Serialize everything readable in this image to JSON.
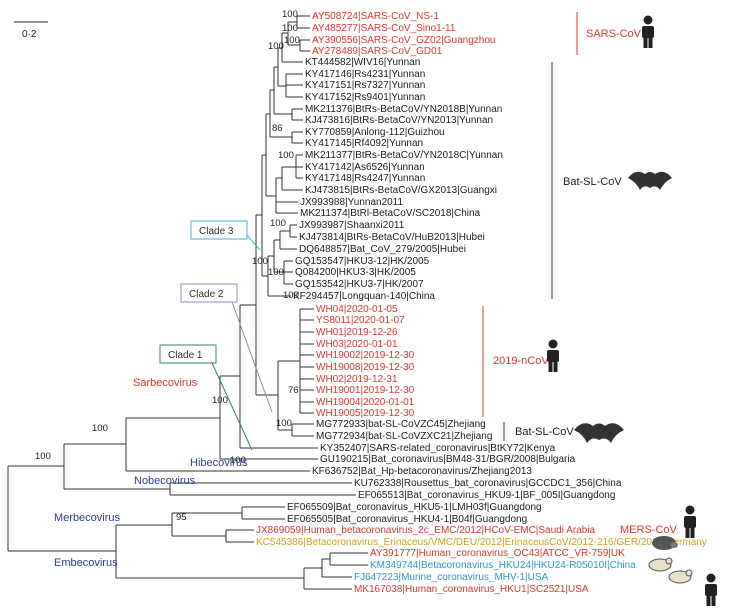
{
  "scale_label": "0·2",
  "colors": {
    "human": "#e8352e",
    "bat": "#333333",
    "genus": "#2a3f9a",
    "subgenus": "#e8352e",
    "hedgehog": "#d1a21b",
    "rodent": "#2b9ad3",
    "clade1": "#2e8b57",
    "clade2": "#9b84c6",
    "clade3": "#3fb7d6"
  },
  "clades": [
    {
      "label": "Clade 3",
      "border_color": "#3fb7d6"
    },
    {
      "label": "Clade 2",
      "border_color": "#9b84c6"
    },
    {
      "label": "Clade 1",
      "border_color": "#2e8b57"
    }
  ],
  "groups": [
    {
      "label": "SARS-CoV",
      "color": "#e8352e",
      "icon": "human-icon"
    },
    {
      "label": "Bat-SL-CoV",
      "color": "#222222",
      "icon": "bat-icon"
    },
    {
      "label": "2019-nCoV",
      "color": "#e8352e",
      "icon": "human-icon"
    },
    {
      "label": "Bat-SL-CoV",
      "color": "#222222",
      "icon": "bat-icon"
    },
    {
      "label": "MERS-CoV",
      "color": "#e8352e",
      "icon": "human-icon"
    }
  ],
  "genera": [
    {
      "label": "Sarbecovirus",
      "color": "#e8352e"
    },
    {
      "label": "Hibecovirus",
      "color": "#2a3f9a"
    },
    {
      "label": "Nobecovirus",
      "color": "#2a3f9a"
    },
    {
      "label": "Merbecovirus",
      "color": "#2a3f9a"
    },
    {
      "label": "Embecovirus",
      "color": "#2a3f9a"
    }
  ],
  "bootstrap": [
    "100",
    "100",
    "100",
    "100",
    "86",
    "100",
    "100",
    "100",
    "100",
    "100",
    "76",
    "100",
    "100",
    "100",
    "100",
    "100",
    "95"
  ],
  "taxa": [
    {
      "label": "AY508724|SARS-CoV_NS-1",
      "color": "#e8352e"
    },
    {
      "label": "AY485277|SARS-CoV_Sino1-11",
      "color": "#e8352e"
    },
    {
      "label": "AY390556|SARS-CoV_GZ02|Guangzhou",
      "color": "#e8352e"
    },
    {
      "label": "AY278489|SARS-CoV_GD01",
      "color": "#e8352e"
    },
    {
      "label": "KT444582|WIV16|Yunnan",
      "color": "#222222"
    },
    {
      "label": "KY417146|Rs4231|Yunnan",
      "color": "#222222"
    },
    {
      "label": "KY417151|Rs7327|Yunnan",
      "color": "#222222"
    },
    {
      "label": "KY417152|Rs9401|Yunnan",
      "color": "#222222"
    },
    {
      "label": "MK211376|BtRs-BetaCoV/YN2018B|Yunnan",
      "color": "#222222"
    },
    {
      "label": "KJ473816|BtRs-BetaCoV/YN2013|Yunnan",
      "color": "#222222"
    },
    {
      "label": "KY770859|Anlong-112|Guizhou",
      "color": "#222222"
    },
    {
      "label": "KY417145|Rf4092|Yunnan",
      "color": "#222222"
    },
    {
      "label": "MK211377|BtRs-BetaCoV/YN2018C|Yunnan",
      "color": "#222222"
    },
    {
      "label": "KY417142|As6526|Yunnan",
      "color": "#222222"
    },
    {
      "label": "KY417148|Rs4247|Yunnan",
      "color": "#222222"
    },
    {
      "label": "KJ473815|BtRs-BetaCoV/GX2013|Guangxi",
      "color": "#222222"
    },
    {
      "label": "JX993988|Yunnan2011",
      "color": "#222222"
    },
    {
      "label": "MK211374|BtRl-BetaCoV/SC2018|China",
      "color": "#222222"
    },
    {
      "label": "JX993987|Shaanxi2011",
      "color": "#222222"
    },
    {
      "label": "KJ473814|BtRs-BetaCoV/HuB2013|Hubei",
      "color": "#222222"
    },
    {
      "label": "DQ648857|Bat_CoV_279/2005|Hubei",
      "color": "#222222"
    },
    {
      "label": "GQ153547|HKU3-12|HK/2005",
      "color": "#222222"
    },
    {
      "label": "Q084200|HKU3-3|HK/2005",
      "color": "#222222"
    },
    {
      "label": "GQ153542|HKU3-7|HK/2007",
      "color": "#222222"
    },
    {
      "label": "KF294457|Longquan-140|China",
      "color": "#222222"
    },
    {
      "label": "WH04|2020-01-05",
      "color": "#e8352e"
    },
    {
      "label": "YS8011|2020-01-07",
      "color": "#e8352e"
    },
    {
      "label": "WH01|2019-12-26",
      "color": "#e8352e"
    },
    {
      "label": "WH03|2020-01-01",
      "color": "#e8352e"
    },
    {
      "label": "WH19002|2019-12-30",
      "color": "#e8352e"
    },
    {
      "label": "WH19008|2019-12-30",
      "color": "#e8352e"
    },
    {
      "label": "WH02|2019-12-31",
      "color": "#e8352e"
    },
    {
      "label": "WH19001|2019-12-30",
      "color": "#e8352e"
    },
    {
      "label": "WH19004|2020-01-01",
      "color": "#e8352e"
    },
    {
      "label": "WH19005|2019-12-30",
      "color": "#e8352e"
    },
    {
      "label": "MG772933|bat-SL-CoVZC45|Zhejiang",
      "color": "#222222"
    },
    {
      "label": "MG772934|bat-SL-CoVZXC21|Zhejiang",
      "color": "#222222"
    },
    {
      "label": "KY352407|SARS-related_coronavirus|BtKY72|Kenya",
      "color": "#222222"
    },
    {
      "label": "GU190215|Bat_coronavirus|BM48-31/BGR/2008|Bulgaria",
      "color": "#222222"
    },
    {
      "label": "KF636752|Bat_Hp-betacoronavirus/Zhejiang2013",
      "color": "#222222"
    },
    {
      "label": "KU762338|Rousettus_bat_coronavirus|GCCDC1_356|China",
      "color": "#222222"
    },
    {
      "label": "EF065513|Bat_coronavirus_HKU9-1|BF_005I|Guangdong",
      "color": "#222222"
    },
    {
      "label": "EF065509|Bat_coronavirus_HKU5-1|LMH03f|Guangdong",
      "color": "#222222"
    },
    {
      "label": "EF065505|Bat_coronavirus_HKU4-1|B04f|Guangdong",
      "color": "#222222"
    },
    {
      "label": "JX869059|Human_betacoronavirus_2c_EMC/2012|HCoV-EMC|Saudi Arabia",
      "color": "#e8352e"
    },
    {
      "label": "KC545386|Betacoronavirus_Erinaceus/VMC/DEU/2012|ErinaceusCoV/2012-216/GER/2012|Germany",
      "color": "#d1a21b"
    },
    {
      "label": "AY391777|Human_coronavirus_OC43|ATCC_VR-759|UK",
      "color": "#e8352e"
    },
    {
      "label": "KM349744|Betacoronavirus_HKU24|HKU24-R05010I|China",
      "color": "#2b9ad3"
    },
    {
      "label": "FJ647223|Murine_coronavirus_MHV-1|USA",
      "color": "#2b9ad3"
    },
    {
      "label": "MK167038|Human_coronavirus_HKU1|SC2521|USA",
      "color": "#e8352e"
    }
  ]
}
